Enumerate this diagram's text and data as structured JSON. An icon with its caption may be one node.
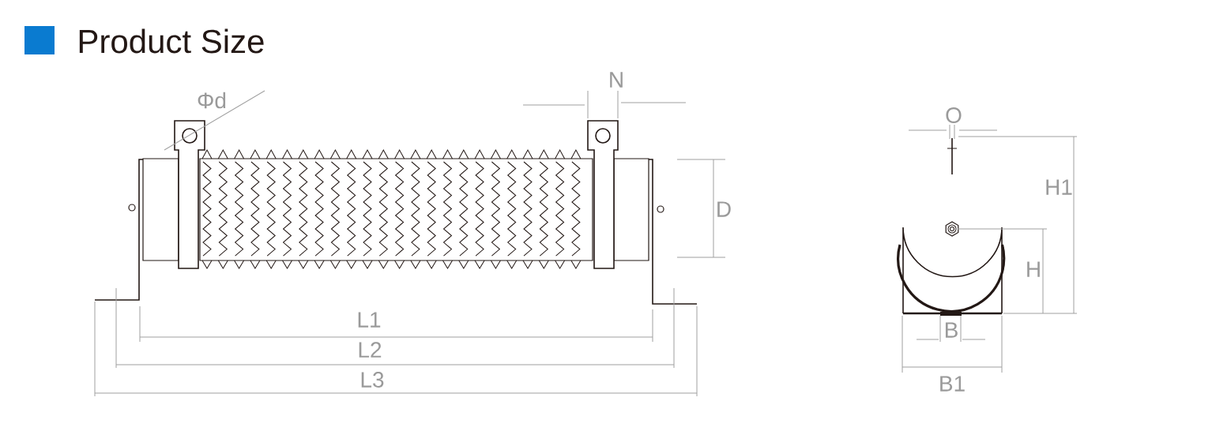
{
  "diagram": {
    "title": "Product Size",
    "labels": [
      "Φd",
      "N",
      "D",
      "L1",
      "L2",
      "L3",
      "O",
      "H1",
      "H",
      "B",
      "B1"
    ]
  }
}
